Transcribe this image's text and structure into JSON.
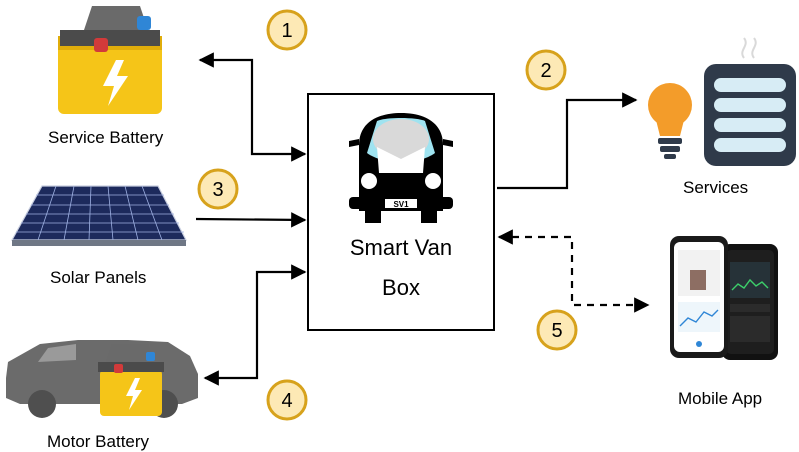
{
  "hub": {
    "title_line1": "Smart Van",
    "title_line2": "Box",
    "van_plate": "SV1",
    "icon": "camper-van-icon"
  },
  "components": {
    "service_battery": {
      "label": "Service Battery",
      "icon": "battery-icon"
    },
    "solar_panels": {
      "label": "Solar Panels",
      "icon": "solar-panel-icon"
    },
    "motor_battery": {
      "label": "Motor Battery",
      "icon": "car-battery-icon"
    },
    "services": {
      "label": "Services",
      "icon": "lightbulb-heater-icon"
    },
    "mobile_app": {
      "label": "Mobile App",
      "icon": "smartphone-icon"
    }
  },
  "markers": [
    "1",
    "2",
    "3",
    "4",
    "5"
  ],
  "colors": {
    "marker_fill": "#fde9b5",
    "marker_stroke": "#d7a21c",
    "battery_yellow": "#f5c518",
    "battery_dark": "#3a3a3a",
    "van_gray": "#666666"
  }
}
